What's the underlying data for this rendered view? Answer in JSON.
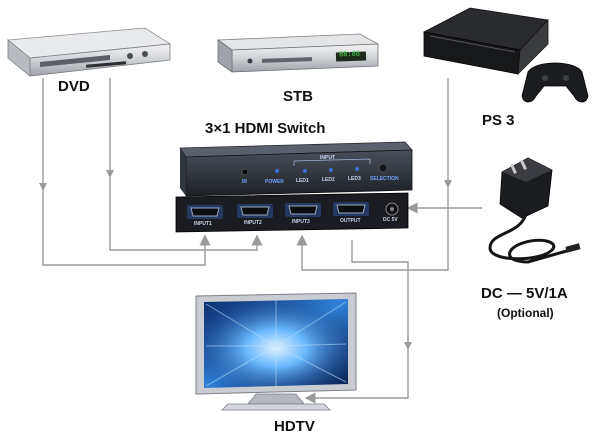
{
  "devices": {
    "dvd": {
      "label": "DVD"
    },
    "stb": {
      "label": "STB",
      "display_text": "88:88"
    },
    "ps3": {
      "label": "PS 3"
    },
    "hdtv": {
      "label": "HDTV"
    },
    "power": {
      "label": "DC — 5V/1A",
      "note": "(Optional)"
    }
  },
  "switch": {
    "title": "3×1 HDMI Switch",
    "front_labels": {
      "ir": "IR",
      "power": "POWER",
      "input_group": "INPUT",
      "led1": "LED1",
      "led2": "LED2",
      "led3": "LED3",
      "selection": "SELECTION"
    },
    "back_ports": [
      "INPUT1",
      "INPUT2",
      "INPUT3",
      "OUTPUT"
    ],
    "dc_label": "DC 5V"
  },
  "colors": {
    "connector_line": "#9a9a9a",
    "switch_body": "#2a2e36",
    "port_accent": "#3b6fd6"
  }
}
